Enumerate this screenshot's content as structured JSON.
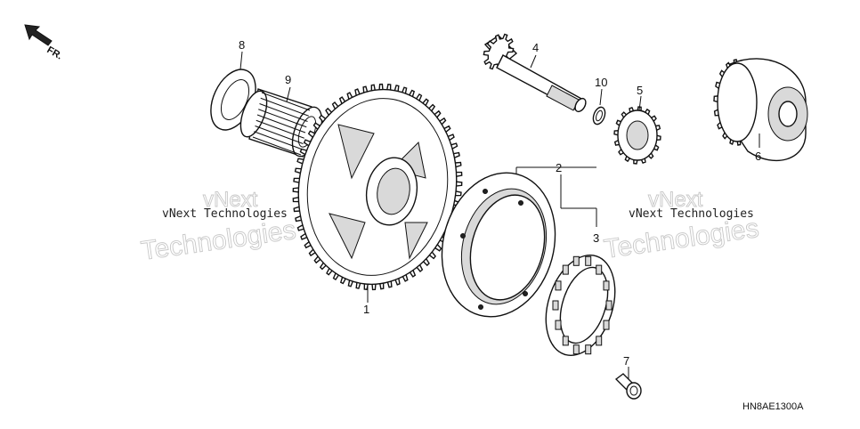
{
  "direction": {
    "label": "FR.",
    "icon": "front-arrow-icon"
  },
  "diagram_code": "HN8AE1300A",
  "watermark": {
    "line1": "vNext",
    "line2": "vNext Technologies",
    "line3": "Technologies"
  },
  "callouts": [
    {
      "id": "1",
      "label": "1"
    },
    {
      "id": "2",
      "label": "2"
    },
    {
      "id": "3",
      "label": "3"
    },
    {
      "id": "4",
      "label": "4"
    },
    {
      "id": "5",
      "label": "5"
    },
    {
      "id": "6",
      "label": "6"
    },
    {
      "id": "7",
      "label": "7"
    },
    {
      "id": "8",
      "label": "8"
    },
    {
      "id": "9",
      "label": "9"
    },
    {
      "id": "10",
      "label": "10"
    }
  ]
}
